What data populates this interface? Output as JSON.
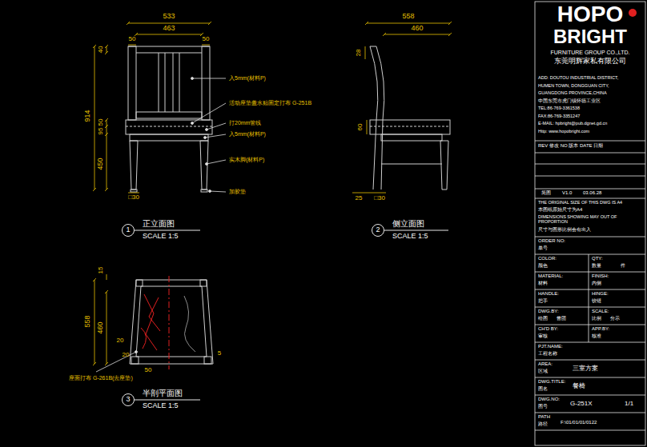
{
  "diagram": {
    "nodes": [
      {
        "text": [
          "1"
        ]
      },
      {
        "text": [
          "2"
        ]
      },
      {
        "text": [
          "3"
        ]
      }
    ],
    "labels": [
      "533",
      "463",
      "50",
      "50",
      "40",
      "914",
      "50",
      "95",
      "450",
      "入5mm(材料P)",
      "活动座垫盖水贴固定打布 G-251B",
      "打20mm管线",
      "入5mm(材料P)",
      "实木脚(材料P)",
      "加胶垫",
      "□30",
      "正立面图",
      "SCALE 1:5",
      "558",
      "460",
      "28",
      "60",
      "25",
      "□30",
      "侧立面图",
      "SCALE 1:5",
      "15",
      "558",
      "460",
      "20",
      "20",
      "50",
      "5",
      "座面打布 G-261B(去座垫)",
      "半剖平面图",
      "SCALE 1:5",
      "HOPO",
      "BRIGHT",
      "FURNITURE GROUP CO.,LTD.",
      "东莞明辉家私有限公司",
      "ADD: DOUTOU INDUSTRIAL DISTRICT,",
      "HUMEN TOWN, DONGGUAN CITY,",
      "GUANGDONG PROVINCE,CHINA",
      "中国东莞市虎门镇怀德工业区",
      "TEL:86-769-3361538",
      "FAX:86-769-3351247",
      "E-MAIL: hpbright@pub.dgnet.gd.cn",
      "Http: www.hopobright.com",
      "REV 修改 NO 版本 DATE 日期",
      "简图",
      "V1.0",
      "03.06.28",
      "THE ORIGINAL SIZE OF THIS DWG IS A4",
      "本图纸原始尺寸为A4",
      "DIMENSIONS SHOWING MAY OUT OF PROPORTION",
      "尺寸与图形比例会有出入",
      "ORDER NO:",
      "单号",
      "COLOR:",
      "颜色",
      "QTY:",
      "数量",
      "件",
      "MATERIAL:",
      "材料",
      "FINISH:",
      "内侧",
      "HANDLE:",
      "把手",
      "HINGE:",
      "铰链",
      "DWG.BY:",
      "绘图",
      "曾团",
      "SCALE:",
      "比例",
      "分示",
      "CH'D BY:",
      "审核",
      "APP.BY:",
      "核准",
      "PJT.NAME:",
      "工程名称",
      "AREA:",
      "区域",
      "三室方案",
      "DWG.TITLE:",
      "图名",
      "餐椅",
      "DWG.NO:",
      "图号",
      "G-251X",
      "1/1",
      "PATH",
      "路径",
      "F:\\01/01/01/0122"
    ]
  }
}
